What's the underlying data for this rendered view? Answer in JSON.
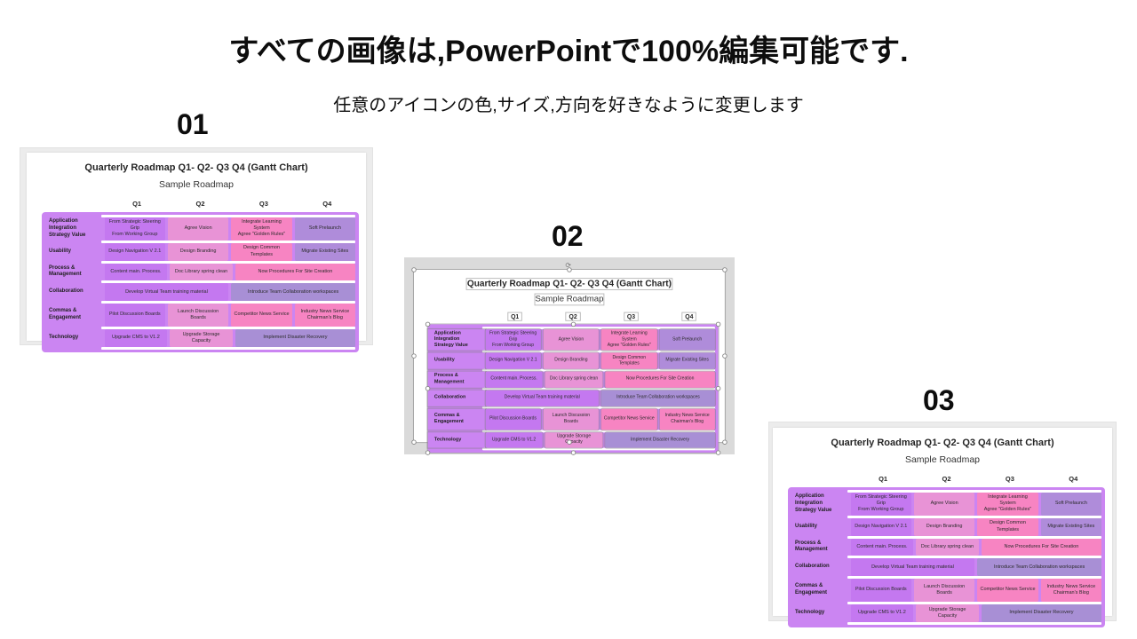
{
  "page": {
    "title": "すべての画像は,PowerPointで100%編集可能です.",
    "subtitle": "任意のアイコンの色,サイズ,方向を好きなように変更します"
  },
  "panels": [
    {
      "number": "01",
      "selected": false
    },
    {
      "number": "02",
      "selected": true
    },
    {
      "number": "03",
      "selected": false
    }
  ],
  "roadmap": {
    "title": "Quarterly Roadmap Q1- Q2- Q3 Q4 (Gantt Chart)",
    "subtitle": "Sample Roadmap",
    "quarters": [
      "Q1",
      "Q2",
      "Q3",
      "Q4"
    ],
    "colors": {
      "container": "#cb85f2",
      "q1": "#c478f0",
      "q2": "#e893d6",
      "q3": "#f784c2",
      "q4": "#af8cda",
      "span_muted": "#a88fd5",
      "separator": "#ffffff",
      "handle_ring": "#878787",
      "slide_bg": "#ffffff",
      "matte_bg": "#dadada"
    },
    "rows": [
      {
        "label": "Application Integration\nStrategy Value",
        "height": 26,
        "cells": [
          {
            "text": "From Strategic Steering Grip\nFrom Working Group",
            "span": 1,
            "color": "q1"
          },
          {
            "text": "Agree Vision",
            "span": 1,
            "color": "q2"
          },
          {
            "text": "Integrate Learning System\nAgree \"Golden Rules\"",
            "span": 1,
            "color": "q3"
          },
          {
            "text": "Soft Prelaunch",
            "span": 1,
            "color": "q4"
          }
        ]
      },
      {
        "label": "Usability",
        "height": 20,
        "cells": [
          {
            "text": "Design Navigation V 2.1",
            "span": 1,
            "color": "q1"
          },
          {
            "text": "Design Branding",
            "span": 1,
            "color": "q2"
          },
          {
            "text": "Design Common Templates",
            "span": 1,
            "color": "q3"
          },
          {
            "text": "Migrate Existing Sites",
            "span": 1,
            "color": "q4"
          }
        ]
      },
      {
        "label": "Process & Management",
        "height": 20,
        "cells": [
          {
            "text": "Content main. Process.",
            "span": 1,
            "color": "q1"
          },
          {
            "text": "Doc Library spring clean",
            "span": 1,
            "color": "q2"
          },
          {
            "text": "Now Procedures For Site Creation",
            "span": 2,
            "color": "q3"
          }
        ]
      },
      {
        "label": "Collaboration",
        "height": 20,
        "cells": [
          {
            "text": "Develop Virtual Team training material",
            "span": 2,
            "color": "q1"
          },
          {
            "text": "Introduce Team Collaboration workspaces",
            "span": 2,
            "color": "span_muted"
          }
        ]
      },
      {
        "label": "Commas &\nEngagement",
        "height": 26,
        "cells": [
          {
            "text": "Pilot Discussion Boards",
            "span": 1,
            "color": "q1"
          },
          {
            "text": "Launch Discussion Boards",
            "span": 1,
            "color": "q2"
          },
          {
            "text": "Competitor News Service",
            "span": 1,
            "color": "q3"
          },
          {
            "text": "Industry News Service\nChairman's Blog",
            "span": 1,
            "color": "q3"
          }
        ]
      },
      {
        "label": "Technology",
        "height": 20,
        "cells": [
          {
            "text": "Upgrade CMS to V1.2",
            "span": 1,
            "color": "q1"
          },
          {
            "text": "Upgrade Storage Capacity",
            "span": 1,
            "color": "q2"
          },
          {
            "text": "Implement Disaster Recovery",
            "span": 2,
            "color": "span_muted"
          }
        ]
      }
    ]
  }
}
